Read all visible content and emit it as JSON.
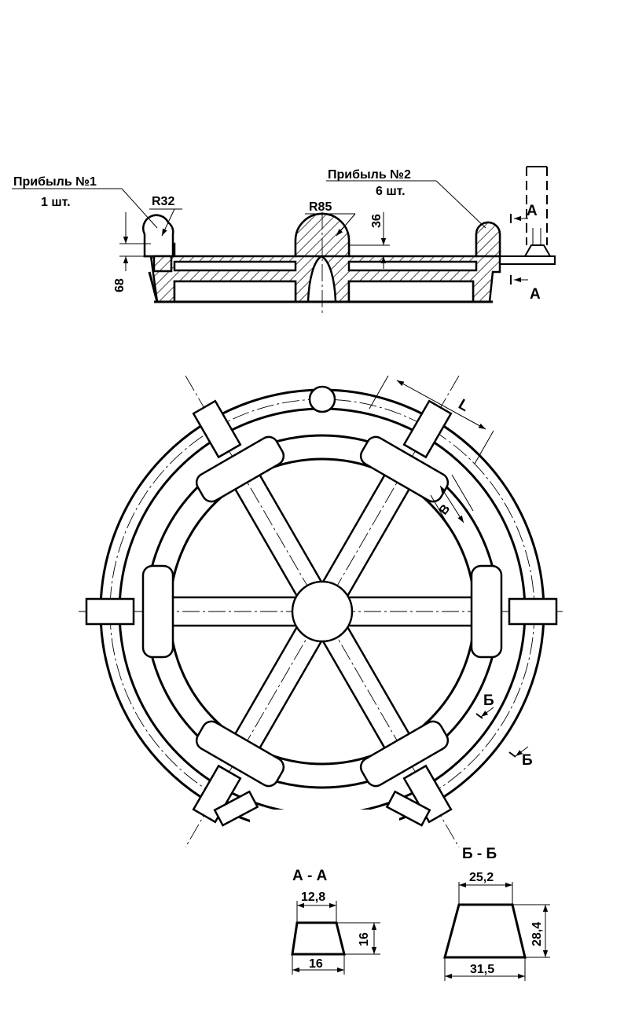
{
  "section": {
    "riser1_title": "Прибыль №1",
    "riser1_qty": "1 шт.",
    "riser2_title": "Прибыль №2",
    "riser2_qty": "6 шт.",
    "radius_small": "R32",
    "radius_large": "R85",
    "dim_height_36": "36",
    "dim_height_68": "68",
    "cut_a_top": "А",
    "cut_a_bottom": "А"
  },
  "plan": {
    "dim_l": "L",
    "dim_b": "B",
    "cut_b_1": "Б",
    "cut_b_2": "Б"
  },
  "section_aa": {
    "title": "А - А",
    "top_width": "12,8",
    "bottom_width": "16",
    "height": "16"
  },
  "section_bb": {
    "title": "Б - Б",
    "top_width": "25,2",
    "bottom_width": "31,5",
    "height": "28,4"
  }
}
